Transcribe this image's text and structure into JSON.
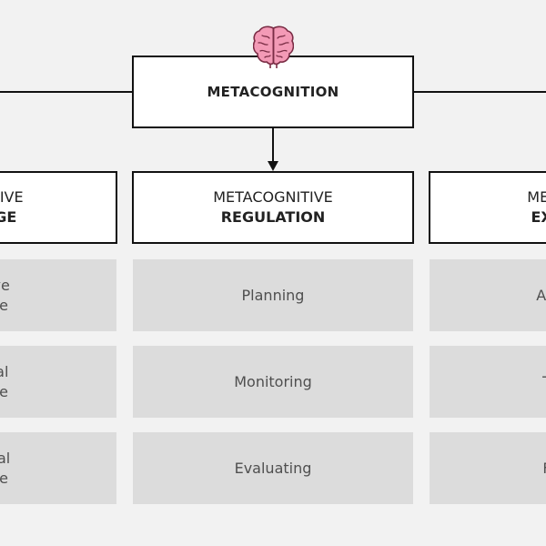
{
  "root": {
    "label": "METACOGNITION"
  },
  "icon": {
    "name": "brain-icon",
    "fill": "#f39ab6",
    "stroke": "#7a2d45"
  },
  "categories": [
    {
      "line1": "NITIVE",
      "line2": "OGE"
    },
    {
      "line1": "METACOGNITIVE",
      "line2": "REGULATION"
    },
    {
      "line1": "META",
      "line2": "EXP"
    }
  ],
  "columns": [
    {
      "items": [
        {
          "line1": "ive",
          "line2": "ge"
        },
        {
          "line1": "ral",
          "line2": "ge"
        },
        {
          "line1": "nal",
          "line2": "ge"
        }
      ]
    },
    {
      "items": [
        {
          "line1": "Planning",
          "line2": ""
        },
        {
          "line1": "Monitoring",
          "line2": ""
        },
        {
          "line1": "Evaluating",
          "line2": ""
        }
      ]
    },
    {
      "items": [
        {
          "line1": "Aw",
          "line2": ""
        },
        {
          "line1": "T",
          "line2": ""
        },
        {
          "line1": "F",
          "line2": ""
        }
      ]
    }
  ],
  "colors": {
    "background": "#f2f2f2",
    "box_fill": "#ffffff",
    "box_border": "#111111",
    "item_fill": "#dcdcdc",
    "item_text": "#4f4f4f"
  }
}
